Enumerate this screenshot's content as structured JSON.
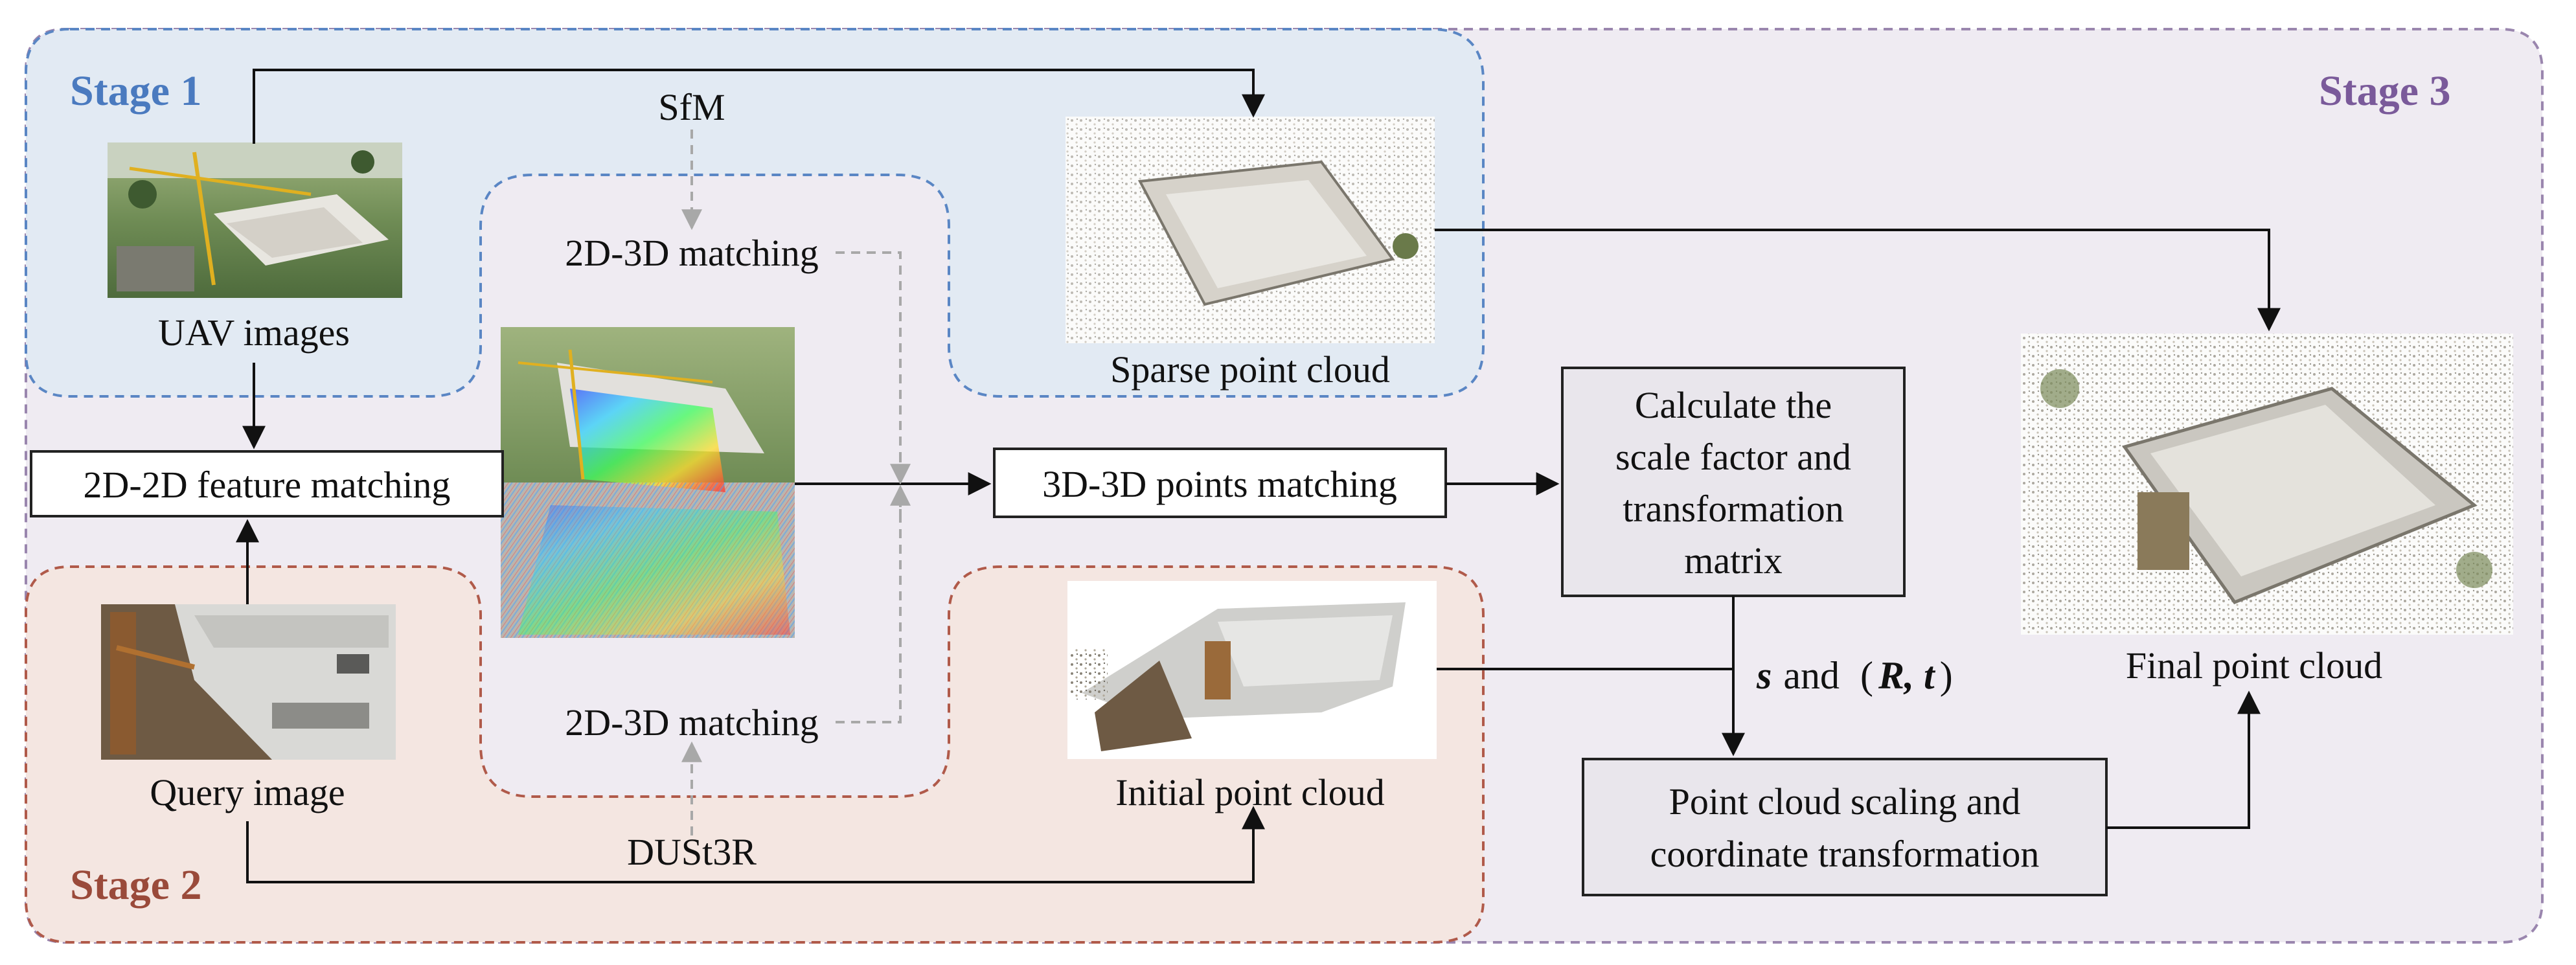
{
  "stages": [
    {
      "label": "Stage 1",
      "color": "#4a7abf"
    },
    {
      "label": "Stage 2",
      "color": "#9a4a3a"
    },
    {
      "label": "Stage 3",
      "color": "#7a5a9a"
    }
  ],
  "colors": {
    "stage1_fill": "#e2eaf3",
    "stage1_border": "#5a86c4",
    "stage2_fill": "#f4e6e1",
    "stage2_border": "#b05a4a",
    "stage3_fill": "#efebf2",
    "stage3_border": "#9a86ae",
    "process_box_fill": "#e9e6ec"
  },
  "nodes": {
    "uav_images": "UAV images",
    "query_image": "Query image",
    "sparse_point_cloud": "Sparse point cloud",
    "initial_point_cloud": "Initial point cloud",
    "final_point_cloud": "Final point cloud",
    "feature_matching_2d2d": "2D-2D feature matching",
    "matching_2d3d_top": "2D-3D matching",
    "matching_2d3d_bottom": "2D-3D matching",
    "points_matching_3d3d": "3D-3D points matching",
    "calc_line1": "Calculate the",
    "calc_line2": "scale factor and",
    "calc_line3": "transformation",
    "calc_line4": "matrix",
    "transform_line1": "Point cloud scaling and",
    "transform_line2": "coordinate transformation"
  },
  "edge_labels": {
    "sfm": "SfM",
    "dust3r": "DUSt3R",
    "scale_var": "s",
    "and_word": "and",
    "rt_open": "(",
    "rt_vars": "R, t",
    "rt_close": ")"
  },
  "images": {
    "uav": "aerial-construction-site-photo",
    "query": "building-roof-closeup-photo",
    "matching": "feature-matching-visualization",
    "sparse": "sparse-point-cloud-render",
    "initial": "initial-point-cloud-render",
    "final": "final-point-cloud-render"
  }
}
